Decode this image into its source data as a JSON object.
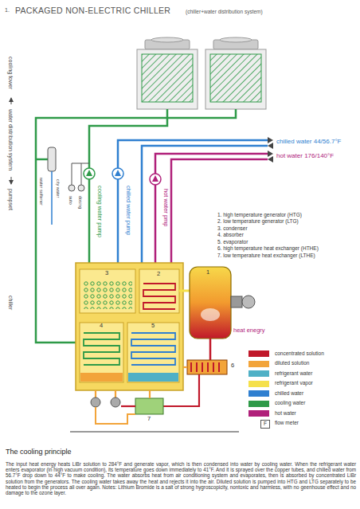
{
  "diagram": {
    "title": "PACKAGED NON-ELECTRIC CHILLER",
    "caption": "The cooling principle",
    "labels": [
      "1.",
      "(chiller+water distribution system)",
      "cooling tower",
      "water distribution system",
      "pumpset",
      "chiller",
      "water softener",
      "city water",
      "auto",
      "dosing",
      "cooling water pump",
      "chilled water pump",
      "hot water pmp",
      "chilled water 44/56.7°F",
      "hot water 176/140°F",
      "1. high temperature generator (HTG)",
      "2. low temperature generator (LTG)",
      "3. condenser",
      "4. absorber",
      "5. evaporator",
      "6. high temperature heat exchanger (HTHE)",
      "7. low temperature heat exchanger (LTHE)",
      "heat enegry",
      "1",
      "2",
      "3",
      "4",
      "5",
      "6",
      "7",
      "F",
      "The input heat energy heats LiBr solution to 284°F and generate vapor, which is then condensed into water by cooling water. When the refrigerant water enters evaporator (in high vacuum condition), its temperature goes down immediately to 41°F. And it is sprayed over the copper tubes, and chilled water from 56.7°F drop down to 44°F to make cooling. The water absorbs heat from air conditioning system and evaporates, then is absorbed by concentrated LiBr solution from the generators. The cooling water takes away the heat and rejects it into the air. Diluted solution is pumped into HTG and LTG separately to be heated to begin the process all over again. Notes: Lithium Bromide is a salt of strong hygroscopicity, nontoxic and harmless, with no geenhouse effect and no damage to the ozone layer."
    ],
    "legend": [
      {
        "text": "concentrated solution",
        "color": "#c0182a"
      },
      {
        "text": "diluted solution",
        "color": "#f2a43a"
      },
      {
        "text": "refrigerant water",
        "color": "#4fb0c6"
      },
      {
        "text": "refrigerant vapor",
        "color": "#f5e04a"
      },
      {
        "text": "chilled water",
        "color": "#2f7fd0"
      },
      {
        "text": "cooling water",
        "color": "#2e9a48"
      },
      {
        "text": "hot water",
        "color": "#b0207a"
      },
      {
        "text": "flow meter"
      }
    ]
  }
}
